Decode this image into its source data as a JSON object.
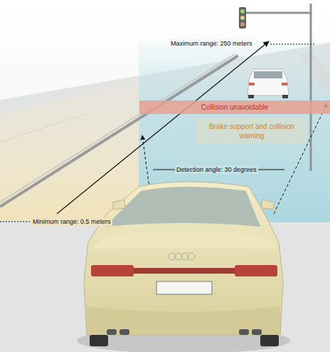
{
  "diagram": {
    "nodes": [
      {
        "text": [
          "Collision unavoidable"
        ]
      },
      {
        "text": [
          "Brake support and collision warning"
        ]
      }
    ],
    "labels": [
      "Maximum range: 250 meters",
      "Detection angle: 30 degrees",
      "Minimum range: 0.5 meters"
    ]
  }
}
